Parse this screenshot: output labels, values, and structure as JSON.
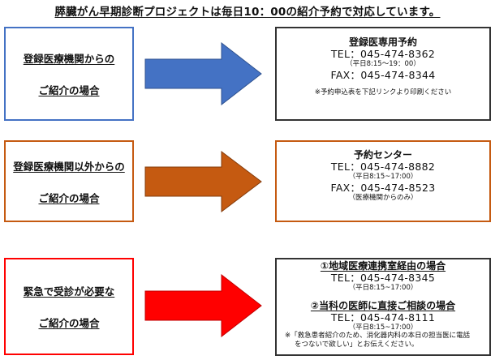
{
  "title": "膵臓がん早期診断プロジェクトは毎日10：00の紹介予約で対応しています。",
  "colors": {
    "blue": "#4472c4",
    "orange": "#c55a11",
    "red": "#ff0000",
    "dark": "#333333"
  },
  "rows": [
    {
      "left": {
        "line1": "登録医療機関からの",
        "line2": "ご紹介の場合"
      },
      "right": {
        "heading": "登録医専用予約",
        "tel": "TEL：045-474-8362",
        "hours": "（平日8:15～19：00）",
        "fax": "FAX：045-474-8344",
        "note": "※予約申込表を下記リンクより印刷ください"
      }
    },
    {
      "left": {
        "line1": "登録医療機関以外からの",
        "line2": "ご紹介の場合"
      },
      "right": {
        "heading": "予約センター",
        "tel": "TEL：045-474-8882",
        "hours": "（平日8:15~17:00）",
        "fax": "FAX：045-474-8523",
        "fax_note": "（医療機関からのみ）"
      }
    },
    {
      "left": {
        "line1": "緊急で受診が必要な",
        "line2": "ご紹介の場合"
      },
      "right": {
        "heading1": "①地域医療連携室経由の場合",
        "tel1": "TEL：045-474-8345",
        "hours1": "（平日8:15~17:00）",
        "heading2": "②当科の医師に直接ご相談の場合",
        "tel2": "TEL：045-474-8111",
        "hours2": "（平日8:15~17:00）",
        "note_line1": "※「救急患者紹介のため、消化器内科の本日の担当医に電話",
        "note_line2": "をつないで欲しい」とお伝えください。"
      }
    }
  ]
}
